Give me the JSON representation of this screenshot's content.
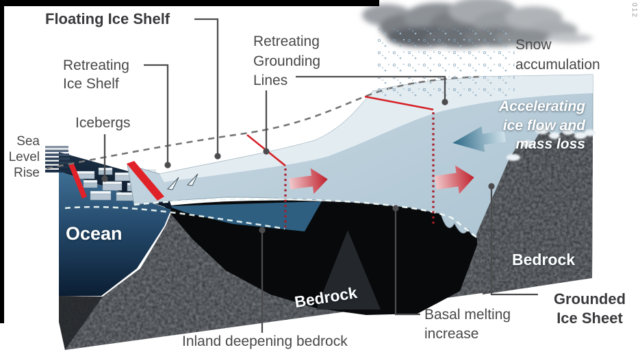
{
  "side_credit": "012",
  "colors": {
    "accent_red": "#d42127",
    "grounding_line_red": "#a81e26",
    "ice": "#c6d6e0",
    "ice_top_surface": "#e3ecf1",
    "ocean_deep": "#0b1e33",
    "ocean_light": "#3e6f94",
    "bedrock": "#303438",
    "label_gray": "#48484a",
    "arrow_blue": "#2b6886"
  },
  "labels": {
    "floating_ice_shelf": "Floating Ice Shelf",
    "retreating_ice_shelf": [
      "Retreating",
      "Ice Shelf"
    ],
    "icebergs": "Icebergs",
    "sea_level_rise": [
      "Sea",
      "Level",
      "Rise"
    ],
    "retreating_grounding_lines": [
      "Retreating",
      "Grounding",
      "Lines"
    ],
    "snow_accumulation": [
      "Snow",
      "accumulation"
    ],
    "accelerating_ice_flow": [
      "Accelerating",
      "ice flow and",
      "mass loss"
    ],
    "ocean": "Ocean",
    "bedrock_left": "Bedrock",
    "bedrock_right": "Bedrock",
    "grounded_ice_sheet": [
      "Grounded",
      "Ice Sheet"
    ],
    "basal_melting": [
      "Basal melting",
      "increase"
    ],
    "inland_deepening_bedrock": "Inland deepening bedrock"
  }
}
